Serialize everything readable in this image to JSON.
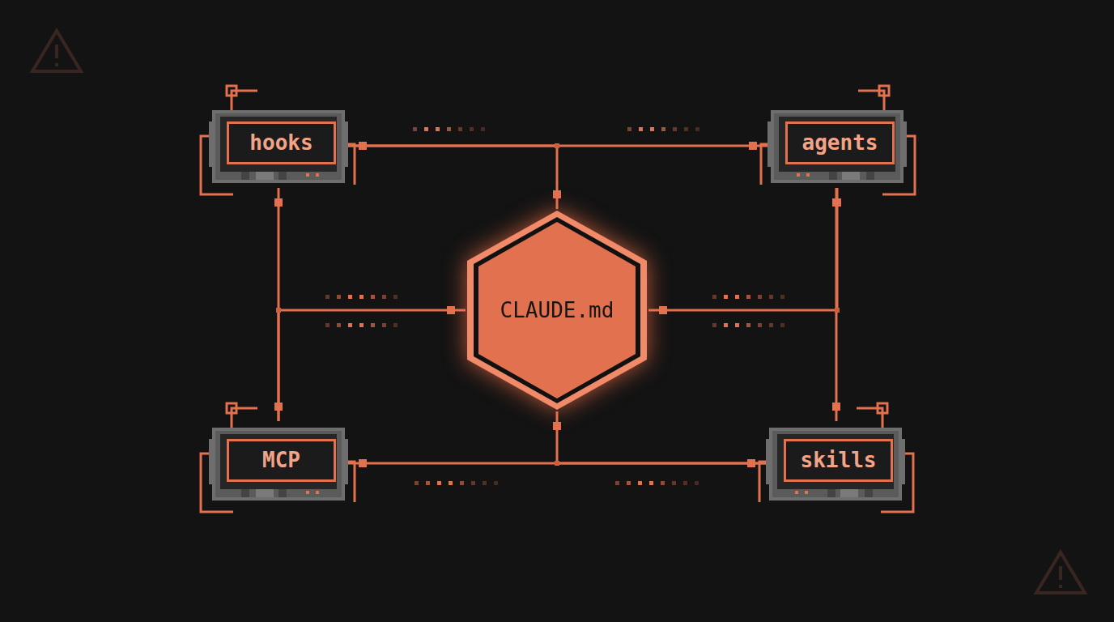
{
  "diagram": {
    "nodes": [
      {
        "text": [
          "hooks"
        ]
      },
      {
        "text": [
          "agents"
        ]
      },
      {
        "text": [
          "CLAUDE.md"
        ]
      },
      {
        "text": [
          "MCP"
        ]
      },
      {
        "text": [
          "skills"
        ]
      }
    ],
    "edges": [
      {
        "from": 0,
        "to": 1,
        "arrow": "none"
      },
      {
        "from": 0,
        "to": 3,
        "arrow": "none"
      },
      {
        "from": 1,
        "to": 4,
        "arrow": "none"
      },
      {
        "from": 3,
        "to": 4,
        "arrow": "none"
      },
      {
        "from": 2,
        "to": 0,
        "arrow": "none"
      },
      {
        "from": 2,
        "to": 1,
        "arrow": "none"
      },
      {
        "from": 2,
        "to": 3,
        "arrow": "none"
      },
      {
        "from": 2,
        "to": 4,
        "arrow": "none"
      }
    ]
  }
}
